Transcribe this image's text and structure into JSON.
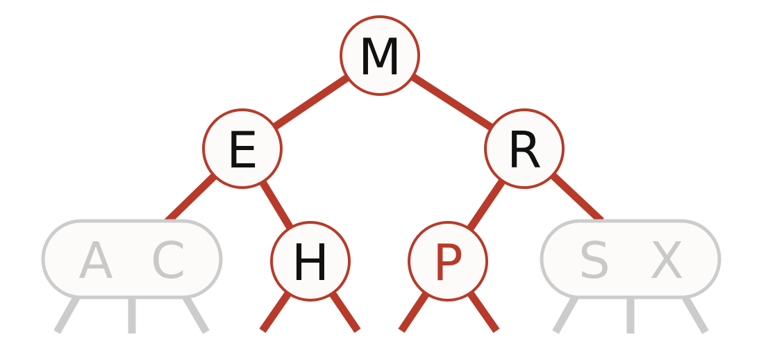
{
  "colors": {
    "red": "#B83A2A",
    "gray": "#CCCCCC",
    "node_fill": "#FDFBF9",
    "label_black": "#111111",
    "label_gray": "#C9C9C9"
  },
  "tree": {
    "nodes": [
      {
        "id": "M",
        "label": "M",
        "style": "red-outline"
      },
      {
        "id": "E",
        "label": "E",
        "style": "red-outline"
      },
      {
        "id": "R",
        "label": "R",
        "style": "red-outline"
      },
      {
        "id": "H",
        "label": "H",
        "style": "red-outline"
      },
      {
        "id": "P",
        "label": "P",
        "style": "red-outline-red-text"
      },
      {
        "id": "AC",
        "labels": [
          "A",
          "C"
        ],
        "style": "gray-pill"
      },
      {
        "id": "SX",
        "labels": [
          "S",
          "X"
        ],
        "style": "gray-pill"
      }
    ],
    "edges": [
      [
        "M",
        "E"
      ],
      [
        "M",
        "R"
      ],
      [
        "E",
        "AC"
      ],
      [
        "E",
        "H"
      ],
      [
        "R",
        "P"
      ],
      [
        "R",
        "SX"
      ]
    ]
  }
}
